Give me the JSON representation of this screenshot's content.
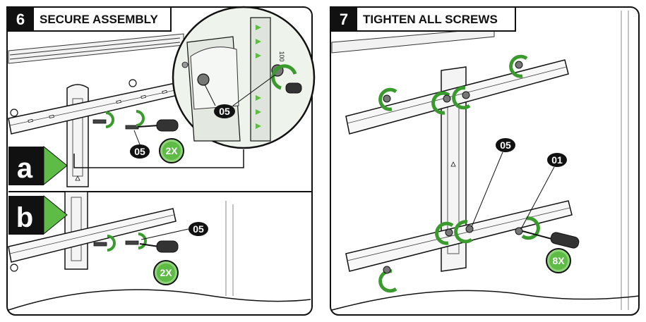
{
  "colors": {
    "accent_green": "#5dbb46",
    "dark": "#111111",
    "badge_fill": "#8fd47a"
  },
  "step6": {
    "number": "6",
    "title": "SECURE ASSEMBLY",
    "sub_a": "a",
    "sub_b": "b",
    "part_label": "05",
    "multiplier": "2X",
    "bracket_number": "100"
  },
  "step7": {
    "number": "7",
    "title": "TIGHTEN ALL SCREWS",
    "part_label_1": "05",
    "part_label_2": "01",
    "multiplier": "8X"
  },
  "icons": [
    "screwdriver-icon",
    "rotate-clockwise-icon",
    "screw-icon"
  ]
}
